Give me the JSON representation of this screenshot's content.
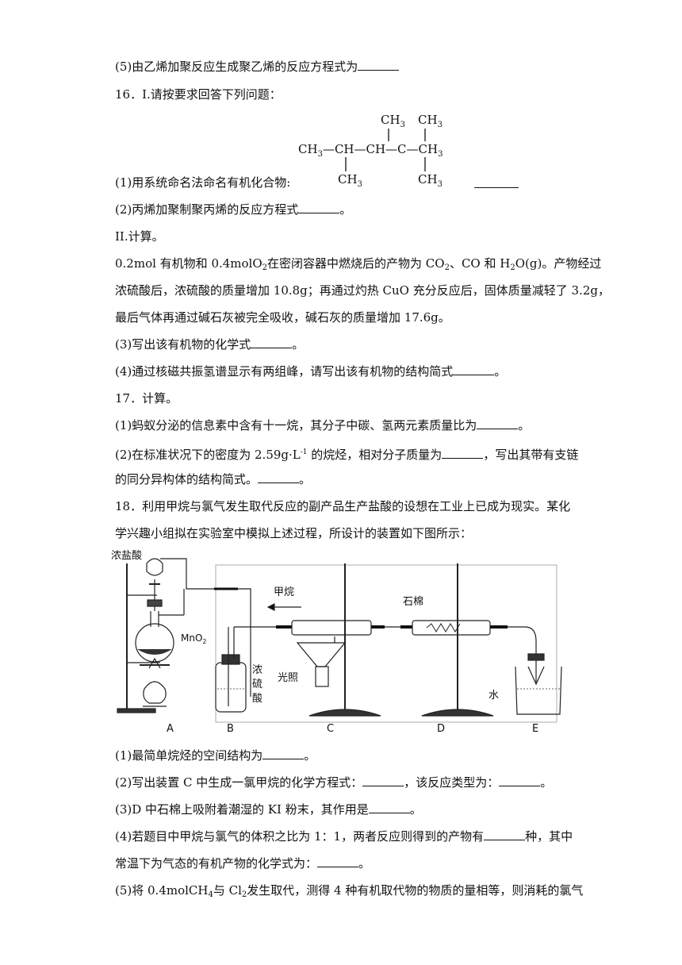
{
  "q15": {
    "p5_prefix": "(5)由乙烯加聚反应生成聚乙烯的反应方程式为"
  },
  "q16": {
    "heading": "16．I.请按要求回答下列问题：",
    "structure": {
      "top1": "CH",
      "top2": "CH",
      "main1": "CH",
      "main2": "—CH—CH—C—CH",
      "bot1": "CH",
      "bot2": "CH",
      "sub3": "3"
    },
    "p1_prefix": "(1)用系统命名法命名有机化合物:",
    "p2_prefix": "(2)丙烯加聚制聚丙烯的反应方程式",
    "p2_suffix": "。",
    "part2": "II.计算。",
    "calc_line1_a": "0.2mol 有机物和 0.4molO",
    "calc_line1_b": "在密闭容器中燃烧后的产物为 CO",
    "calc_line1_c": "、CO 和 H",
    "calc_line1_d": "O(g)。产物经过",
    "calc_line2": "浓硫酸后，浓硫酸的质量增加 10.8g；再通过灼热 CuO 充分反应后，固体质量减轻了 3.2g，",
    "calc_line3": "最后气体再通过碱石灰被完全吸收，碱石灰的质量增加 17.6g。",
    "p3_prefix": "(3)写出该有机物的化学式",
    "p3_suffix": "。",
    "p4_prefix": "(4)通过核磁共振氢谱显示有两组峰，请写出该有机物的结构简式",
    "p4_suffix": "。"
  },
  "q17": {
    "heading": "17．计算。",
    "p1_prefix": "(1)蚂蚁分泌的信息素中含有十一烷，其分子中碳、氢两元素质量比为",
    "p1_suffix": "。",
    "p2_a": "(2)在标准状况下的密度为 2.59g·L",
    "p2_sup": "-1",
    "p2_b": " 的烷烃，相对分子质量为",
    "p2_c": "，写出其带有支链",
    "p2_line2_prefix": "的同分异构体的结构简式。",
    "p2_line2_suffix": "。"
  },
  "q18": {
    "intro1": "18．利用甲烷与氯气发生取代反应的副产品生产盐酸的设想在工业上已成为现实。某化",
    "intro2": "学兴趣小组拟在实验室中模拟上述过程，所设计的装置如下图所示：",
    "apparatus": {
      "label_hcl": "浓盐酸",
      "label_mno2": "MnO",
      "label_mno2_sub": "2",
      "label_methane": "甲烷",
      "label_h2so4_1": "浓",
      "label_h2so4_2": "硫",
      "label_h2so4_3": "酸",
      "label_light": "光照",
      "label_asbestos": "石棉",
      "label_water": "水",
      "A": "A",
      "B": "B",
      "C": "C",
      "D": "D",
      "E": "E"
    },
    "p1_prefix": "(1)最简单烷烃的空间结构为",
    "p1_suffix": "。",
    "p2_a": "(2)写出装置 C 中生成一氯甲烷的化学方程式：",
    "p2_b": "，该反应类型为：",
    "p2_c": "。",
    "p3_prefix": "(3)D 中石棉上吸附着潮湿的 KI 粉末，其作用是",
    "p3_suffix": "。",
    "p4_a": "(4)若题目中甲烷与氯气的体积之比为 1：1，两者反应则得到的产物有",
    "p4_b": "种，其中",
    "p4_line2_prefix": "常温下为气态的有机产物的化学式为：",
    "p4_line2_suffix": "。",
    "p5_a": "(5)将 0.4molCH",
    "p5_b": "与 Cl",
    "p5_c": "发生取代，测得 4 种有机取代物的物质的量相等，则消耗的氯气",
    "sub4": "4",
    "sub2": "2"
  }
}
